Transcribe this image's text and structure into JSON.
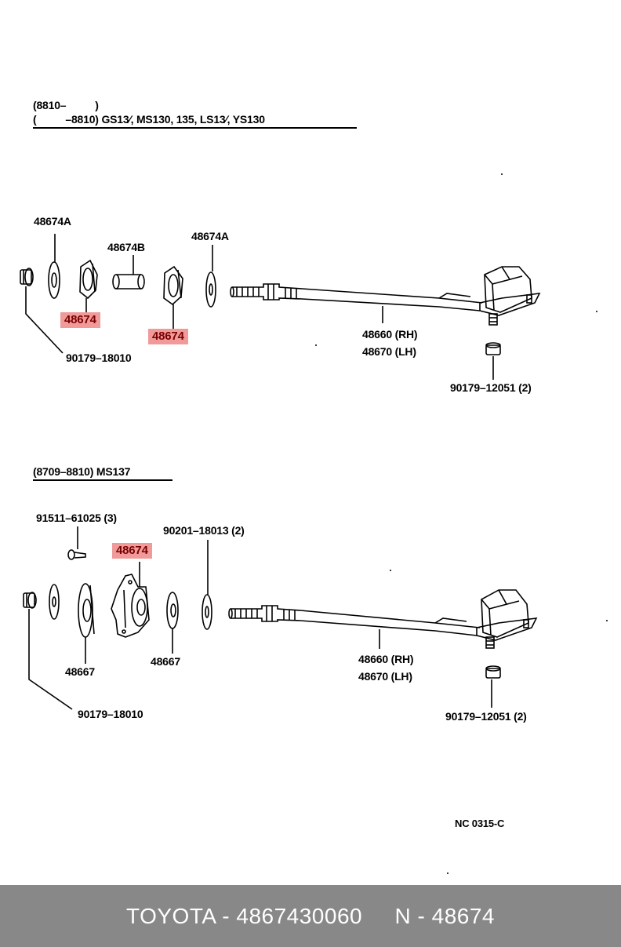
{
  "section1": {
    "header_line1": "(8810–          )",
    "header_line2": "(          –8810) GS13∕, MS130, 135, LS13∕, YS130",
    "labels": {
      "p48674A_left": "48674A",
      "p48674B": "48674B",
      "p48674A_right": "48674A",
      "p48674_a": "48674",
      "p48674_b": "48674",
      "p90179_18010": "90179–18010",
      "p48660": "48660 (RH)",
      "p48670": "48670 (LH)",
      "p90179_12051": "90179–12051 (2)"
    }
  },
  "section2": {
    "header": "(8709–8810) MS137",
    "labels": {
      "p91511": "91511–61025 (3)",
      "p90201": "90201–18013 (2)",
      "p48674": "48674",
      "p48667_left": "48667",
      "p48667_right": "48667",
      "p90179_18010": "90179–18010",
      "p48660": "48660 (RH)",
      "p48670": "48670 (LH)",
      "p90179_12051": "90179–12051 (2)"
    }
  },
  "code": "NC 0315-C",
  "footer": {
    "brand": "TOYOTA",
    "sep1": " - ",
    "part_number": "4867430060",
    "gap": "     ",
    "prefix": "N",
    "sep2": " - ",
    "ref": "48674"
  },
  "colors": {
    "highlight_bg": "#f09a9a",
    "highlight_text": "#7a0000",
    "footer_bg": "#888888"
  }
}
